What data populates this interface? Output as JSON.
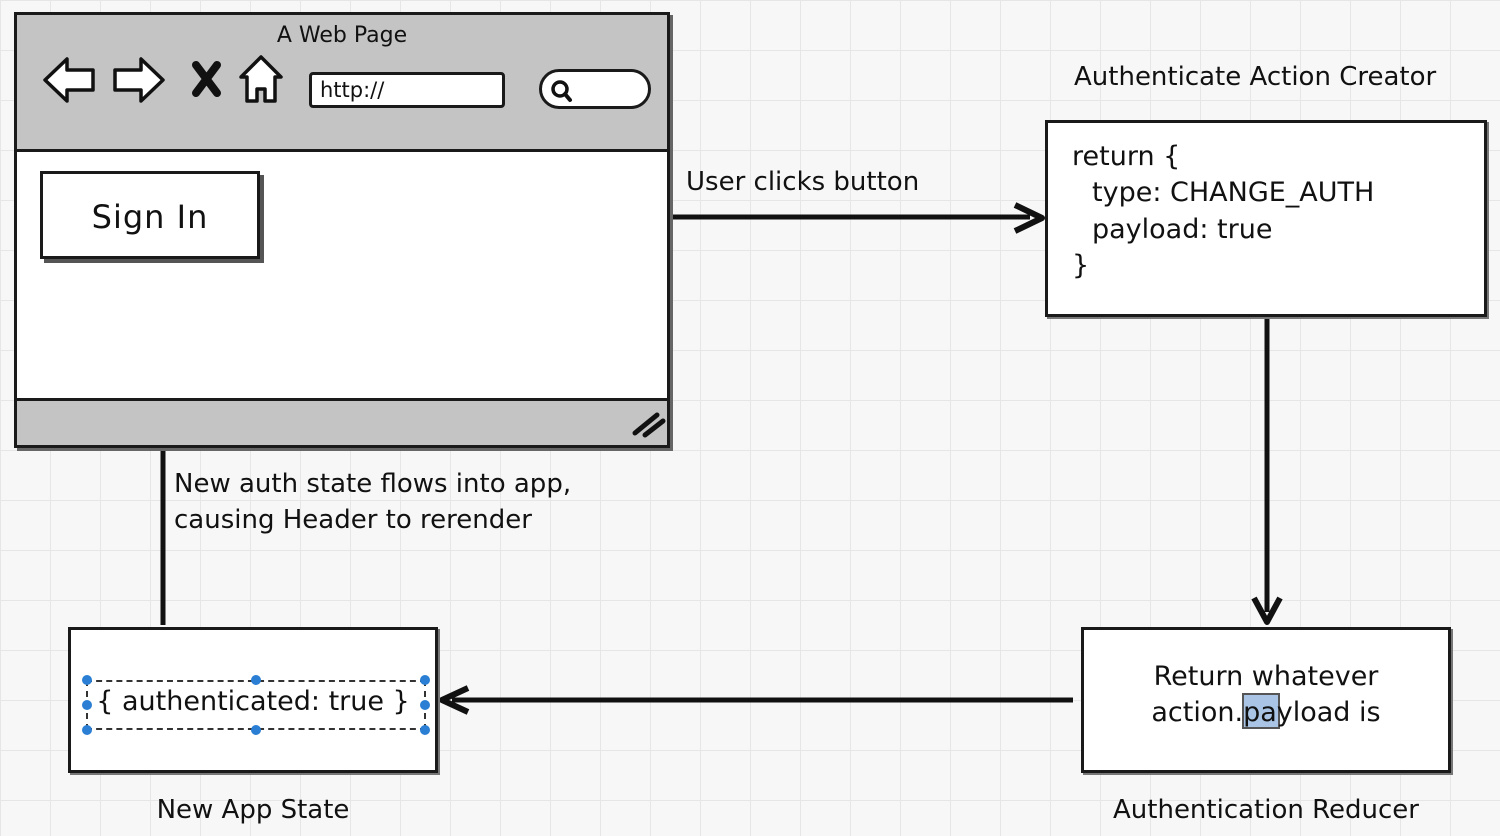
{
  "browser": {
    "title": "A Web Page",
    "url_placeholder": "http://",
    "signin_label": "Sign In"
  },
  "edges": {
    "user_clicks": "User clicks button",
    "new_state_line1": "New auth state flows into app,",
    "new_state_line2": "causing Header to rerender"
  },
  "action_creator": {
    "title": "Authenticate Action Creator",
    "code": [
      "return {",
      "type: CHANGE_AUTH",
      "payload: true",
      "}"
    ]
  },
  "reducer": {
    "title": "Authentication Reducer",
    "line1": "Return whatever",
    "line2": "action.payload is"
  },
  "app_state": {
    "title": "New App State",
    "value": "{ authenticated: true }"
  },
  "colors": {
    "ink": "#1a1a1a",
    "chrome": "#c4c4c4",
    "selection": "#2a7fd4",
    "highlight": "#a9c4e4"
  }
}
